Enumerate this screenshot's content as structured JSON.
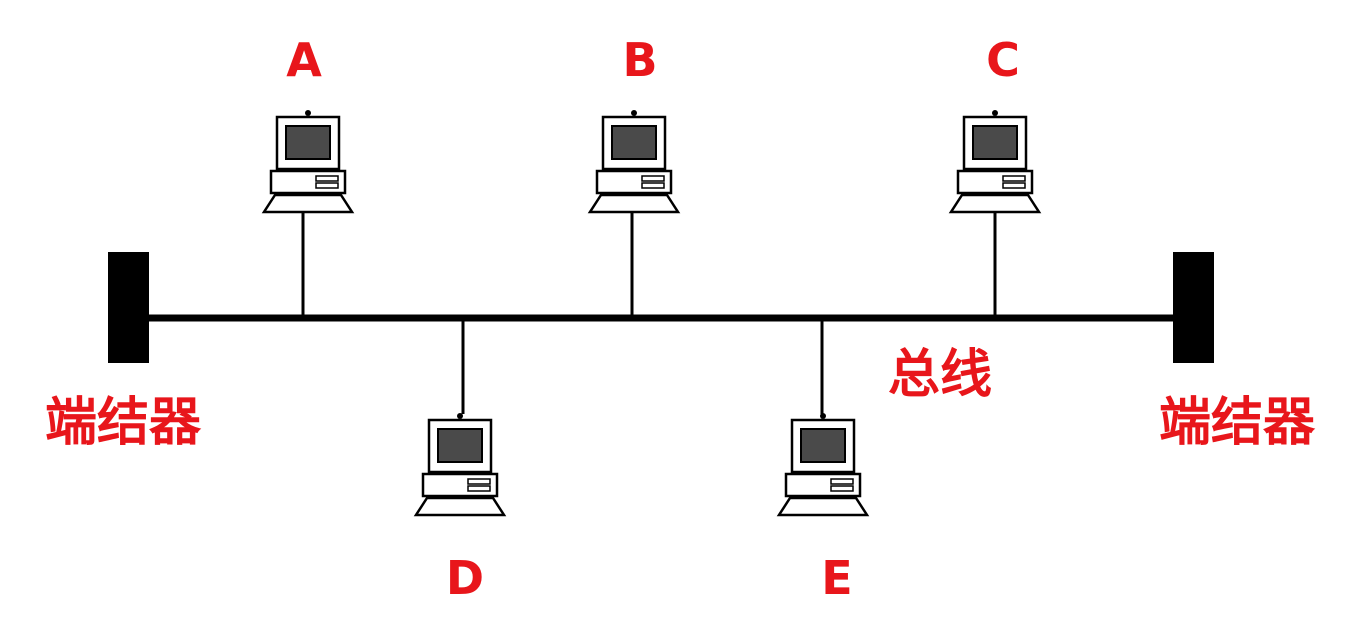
{
  "nodes": [
    {
      "id": "A",
      "label": "A"
    },
    {
      "id": "B",
      "label": "B"
    },
    {
      "id": "C",
      "label": "C"
    },
    {
      "id": "D",
      "label": "D"
    },
    {
      "id": "E",
      "label": "E"
    }
  ],
  "bus_label": "总线",
  "terminators": [
    {
      "label": "端结器"
    },
    {
      "label": "端结器"
    }
  ],
  "colors": {
    "label": "#e8161b",
    "line": "#000000",
    "screen": "#4a4a4a"
  }
}
